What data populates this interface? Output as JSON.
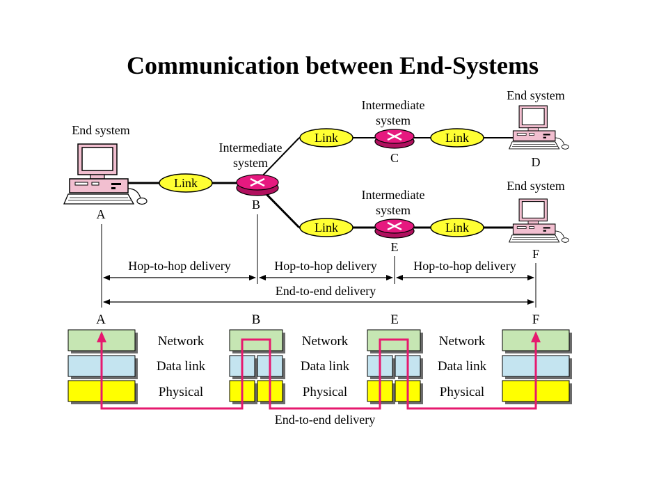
{
  "title": "Communication between End-Systems",
  "nodes": {
    "A": {
      "letter": "A",
      "label": "End system"
    },
    "B": {
      "letter": "B",
      "label_line1": "Intermediate",
      "label_line2": "system"
    },
    "C": {
      "letter": "C",
      "label_line1": "Intermediate",
      "label_line2": "system"
    },
    "D": {
      "letter": "D",
      "label": "End system"
    },
    "E": {
      "letter": "E",
      "label_line1": "Intermediate",
      "label_line2": "system"
    },
    "F": {
      "letter": "F",
      "label": "End system"
    }
  },
  "link_label": "Link",
  "delivery": {
    "hop1": "Hop-to-hop delivery",
    "hop2": "Hop-to-hop delivery",
    "hop3": "Hop-to-hop delivery",
    "end_to_end_top": "End-to-end delivery",
    "end_to_end_bottom": "End-to-end delivery"
  },
  "stack": {
    "column_labels": [
      "A",
      "B",
      "E",
      "F"
    ],
    "layers": [
      "Network",
      "Data link",
      "Physical"
    ],
    "layer_labels_1": {
      "network": "Network",
      "datalink": "Data link",
      "physical": "Physical"
    },
    "layer_labels_2": {
      "network": "Network",
      "datalink": "Data link",
      "physical": "Physical"
    },
    "layer_labels_3": {
      "network": "Network",
      "datalink": "Data link",
      "physical": "Physical"
    }
  },
  "colors": {
    "link_fill": "#ffff33",
    "router_fill": "#e6197f",
    "network_layer": "#c6e6b3",
    "datalink_layer": "#c4e4f0",
    "physical_layer": "#ffff00",
    "path": "#e6196e",
    "computer": "#f2bfd0"
  }
}
